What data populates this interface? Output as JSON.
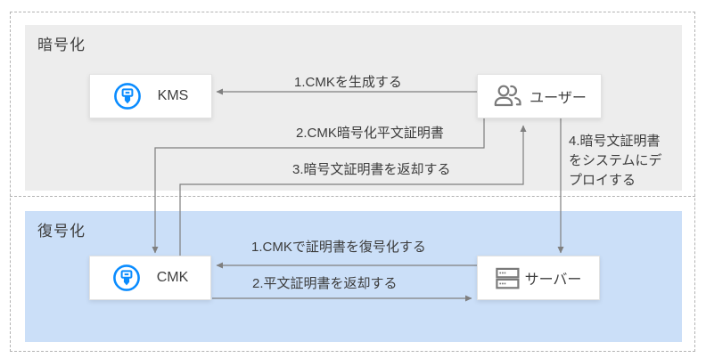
{
  "diagram": {
    "sections": [
      {
        "id": "encrypt",
        "label": "暗号化"
      },
      {
        "id": "decrypt",
        "label": "復号化"
      }
    ],
    "nodes": [
      {
        "id": "kms",
        "label": "KMS",
        "icon": "key-icon"
      },
      {
        "id": "user",
        "label": "ユーザー",
        "icon": "users-icon"
      },
      {
        "id": "cmk",
        "label": "CMK",
        "icon": "key-icon"
      },
      {
        "id": "server",
        "label": "サーバー",
        "icon": "server-icon"
      }
    ],
    "edges": [
      {
        "label": "1.CMKを生成する",
        "from": "user",
        "to": "kms"
      },
      {
        "label": "2.CMK暗号化平文証明書",
        "from": "user",
        "to": "cmk"
      },
      {
        "label": "3.暗号文証明書を返却する",
        "from": "cmk",
        "to": "user"
      },
      {
        "label": "4.暗号文証明書をシステムにデプロイする",
        "from": "user",
        "to": "server"
      },
      {
        "label": "1.CMKで証明書を復号化する",
        "from": "server",
        "to": "cmk"
      },
      {
        "label": "2.平文証明書を返却する",
        "from": "cmk",
        "to": "server"
      }
    ],
    "colors": {
      "accent_blue": "#0A8CFF",
      "section_gray": "#EDEDED",
      "section_blue": "#CBDFF8",
      "line_gray": "#7F7F7F",
      "icon_gray": "#7A7A7A",
      "label_text": "#3C3C3C",
      "dash_border": "#B3B3B3"
    }
  }
}
